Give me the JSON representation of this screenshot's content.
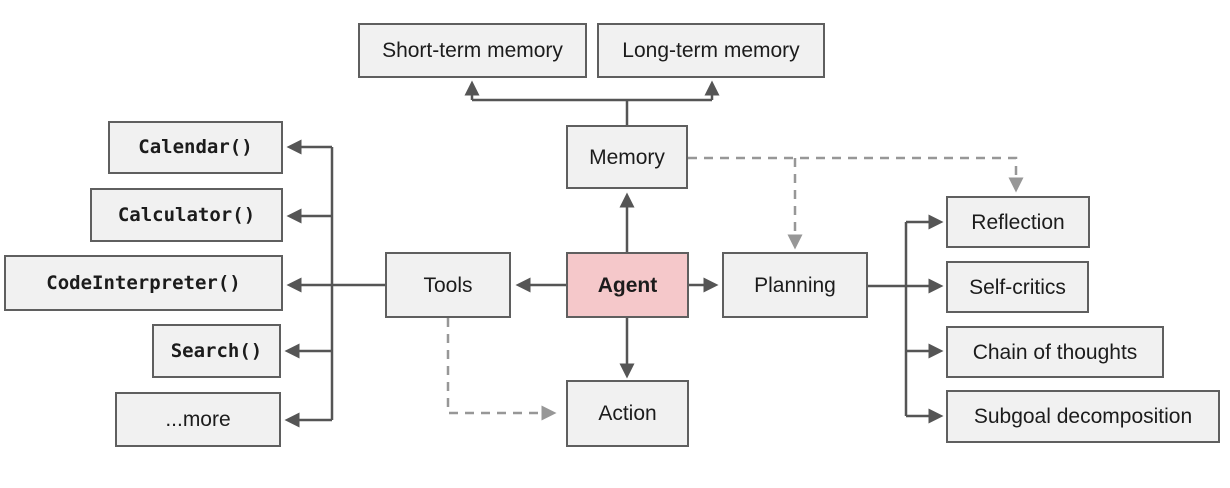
{
  "colors": {
    "background": "#ffffff",
    "node_fill": "#f1f1f1",
    "node_border": "#5f5f5f",
    "agent_fill": "#f5c8ca",
    "solid_connector": "#555555",
    "dashed_connector": "#979797",
    "text": "#1c1c1c"
  },
  "nodes": {
    "agent": {
      "label": "Agent"
    },
    "memory": {
      "label": "Memory"
    },
    "short_term_memory": {
      "label": "Short-term memory"
    },
    "long_term_memory": {
      "label": "Long-term memory"
    },
    "tools": {
      "label": "Tools"
    },
    "calendar": {
      "label": "Calendar()"
    },
    "calculator": {
      "label": "Calculator()"
    },
    "code_interpreter": {
      "label": "CodeInterpreter()"
    },
    "search": {
      "label": "Search()"
    },
    "more": {
      "label": "...more"
    },
    "action": {
      "label": "Action"
    },
    "planning": {
      "label": "Planning"
    },
    "reflection": {
      "label": "Reflection"
    },
    "self_critics": {
      "label": "Self-critics"
    },
    "chain_of_thoughts": {
      "label": "Chain of thoughts"
    },
    "subgoal_decomposition": {
      "label": "Subgoal decomposition"
    }
  },
  "edges": [
    {
      "from": "Agent",
      "to": "Memory",
      "style": "solid"
    },
    {
      "from": "Memory",
      "to": "Short-term memory",
      "style": "solid"
    },
    {
      "from": "Memory",
      "to": "Long-term memory",
      "style": "solid"
    },
    {
      "from": "Agent",
      "to": "Tools",
      "style": "solid"
    },
    {
      "from": "Tools",
      "to": "Calendar()",
      "style": "solid"
    },
    {
      "from": "Tools",
      "to": "Calculator()",
      "style": "solid"
    },
    {
      "from": "Tools",
      "to": "CodeInterpreter()",
      "style": "solid"
    },
    {
      "from": "Tools",
      "to": "Search()",
      "style": "solid"
    },
    {
      "from": "Tools",
      "to": "...more",
      "style": "solid"
    },
    {
      "from": "Agent",
      "to": "Action",
      "style": "solid"
    },
    {
      "from": "Agent",
      "to": "Planning",
      "style": "solid"
    },
    {
      "from": "Planning",
      "to": "Reflection",
      "style": "solid"
    },
    {
      "from": "Planning",
      "to": "Self-critics",
      "style": "solid"
    },
    {
      "from": "Planning",
      "to": "Chain of thoughts",
      "style": "solid"
    },
    {
      "from": "Planning",
      "to": "Subgoal decomposition",
      "style": "solid"
    },
    {
      "from": "Memory",
      "to": "Planning",
      "style": "dashed"
    },
    {
      "from": "Memory",
      "to": "Reflection",
      "style": "dashed"
    },
    {
      "from": "Tools",
      "to": "Action",
      "style": "dashed"
    }
  ]
}
